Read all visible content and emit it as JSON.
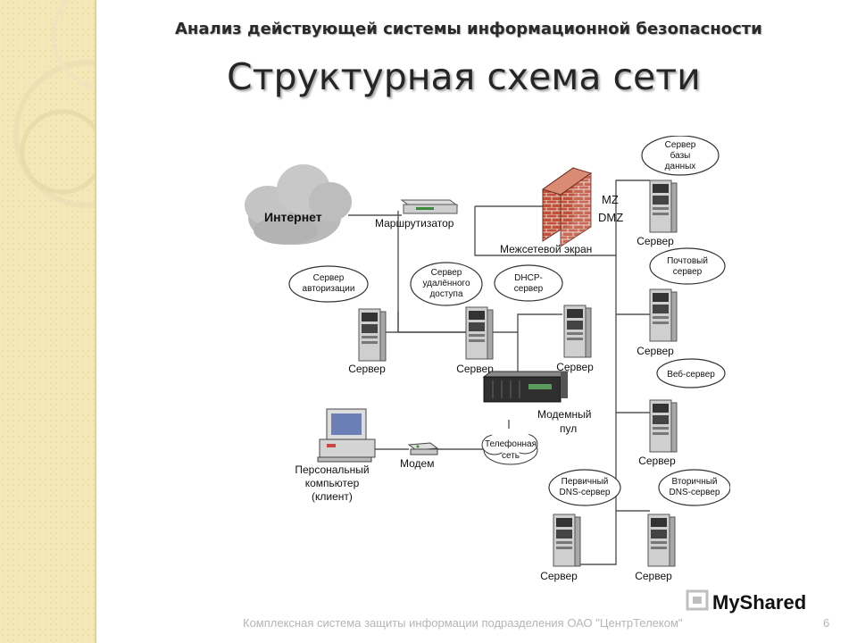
{
  "slide": {
    "subtitle": "Анализ действующей системы информационной безопасности",
    "title": "Структурная схема сети",
    "footer": "Комплексная система защиты информации подразделения ОАО \"ЦентрТелеком\"",
    "page_number": "6",
    "watermark": "MyShared"
  },
  "diagram": {
    "cloud": "Интернет",
    "router": "Маршрутизатор",
    "firewall": "Межсетевой экран",
    "zone_mz": "MZ",
    "zone_dmz": "DMZ",
    "modem_pool": [
      "Модемный",
      "пул"
    ],
    "modem": "Модем",
    "pc": [
      "Персональный",
      "компьютер",
      "(клиент)"
    ],
    "phone_net": [
      "Телефонная",
      "сеть"
    ],
    "server_label": "Сервер",
    "bubbles": {
      "db": [
        "Сервер",
        "базы",
        "данных"
      ],
      "mail": [
        "Почтовый",
        "сервер"
      ],
      "auth": [
        "Сервер",
        "авторизации"
      ],
      "remote": [
        "Сервер",
        "удалённого",
        "доступа"
      ],
      "dhcp": [
        "DHCP-",
        "сервер"
      ],
      "web": [
        "Веб-сервер"
      ],
      "dns1": [
        "Первичный",
        "DNS-сервер"
      ],
      "dns2": [
        "Вторичный",
        "DNS-сервер"
      ]
    }
  },
  "colors": {
    "brick": "#c0503a",
    "server_body": "#dcdcdc",
    "cloud": "#b9b9b9",
    "sidebar": "#f4e7b8"
  }
}
